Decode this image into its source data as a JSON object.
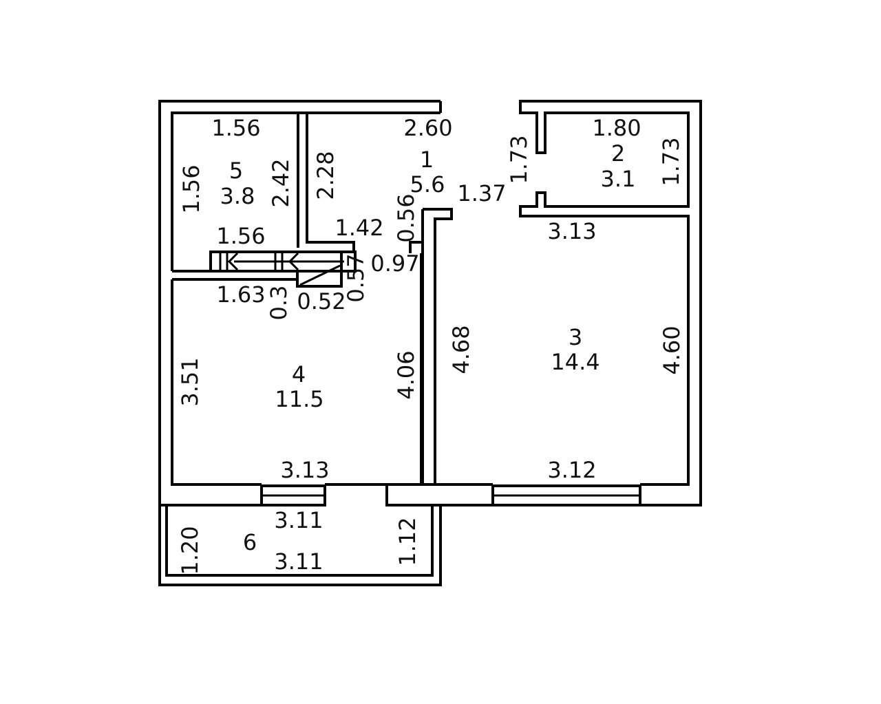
{
  "rooms": [
    {
      "id": "1",
      "number": "1",
      "area": "5.6"
    },
    {
      "id": "2",
      "number": "2",
      "area": "3.1"
    },
    {
      "id": "3",
      "number": "3",
      "area": "14.4"
    },
    {
      "id": "4",
      "number": "4",
      "area": "11.5"
    },
    {
      "id": "5",
      "number": "5",
      "area": "3.8"
    },
    {
      "id": "6",
      "number": "6",
      "area": ""
    }
  ],
  "dimensions": {
    "r5_top": "1.56",
    "r5_left": "1.56",
    "r5_right": "2.42",
    "r5_bottom": "1.56",
    "r1_top": "2.60",
    "r1_left": "2.28",
    "r1_bottom": "1.42",
    "r1_right": "0.56",
    "door": "1.37",
    "r2_left": "1.73",
    "r2_top": "1.80",
    "r2_right": "1.73",
    "r3_top": "3.13",
    "r3_left": "4.68",
    "r3_right": "4.60",
    "r3_bottom": "3.12",
    "c_097": "0.97",
    "c_057": "0.57",
    "c_052": "0.52",
    "c_03": "0.3",
    "r4_top": "1.63",
    "r4_left": "3.51",
    "r4_right": "4.06",
    "r4_bottom": "3.13",
    "r6_top": "3.11",
    "r6_bottom": "3.11",
    "r6_left": "1.20",
    "r6_right": "1.12"
  }
}
